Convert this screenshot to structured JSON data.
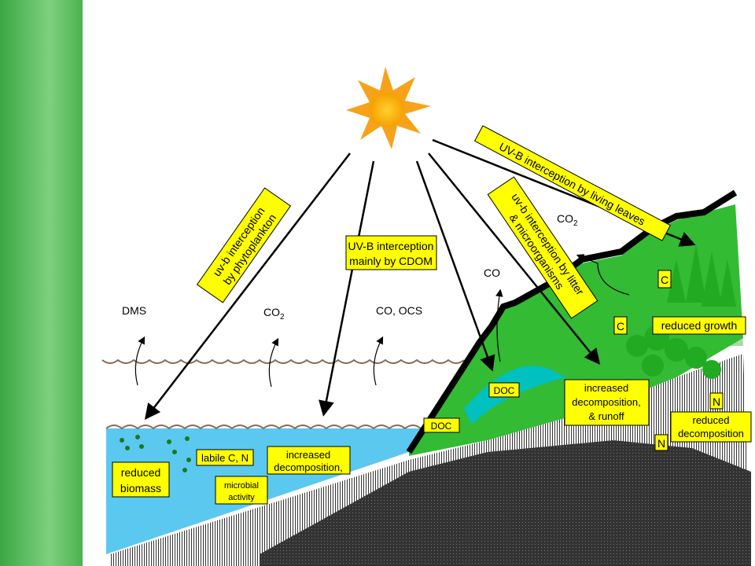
{
  "labels": {
    "living_leaves": "UV-B interception by living leaves",
    "litter_1": "uv-b interception by litter",
    "litter_2": "& microorganisms",
    "cdom_1": "UV-B interception",
    "cdom_2": "mainly by CDOM",
    "phyto_1": "uv-b interception",
    "phyto_2": "by phytoplankton",
    "dms": "DMS",
    "co2_sea": "CO",
    "co_ocs": "CO,  OCS",
    "co_land": "CO",
    "co2_land": "CO",
    "sub2": "2",
    "c1": "C",
    "c2": "C",
    "reduced_growth": "reduced growth",
    "doc1": "DOC",
    "doc2": "DOC",
    "inc_runoff_1": "increased",
    "inc_runoff_2": "decomposition,",
    "inc_runoff_3": "& runoff",
    "n1": "N",
    "n2": "N",
    "red_decomp_1": "reduced",
    "red_decomp_2": "decomposition",
    "red_bio_1": "reduced",
    "red_bio_2": "biomass",
    "labile": "labile C, N",
    "inc_dec_1": "increased",
    "inc_dec_2": "decomposition,",
    "micro_1": "microbial",
    "micro_2": "activity"
  },
  "colors": {
    "label_bg": "#ffff00",
    "water": "#5bc8f0",
    "land": "#33bb33",
    "sun": "#f7a21b"
  }
}
